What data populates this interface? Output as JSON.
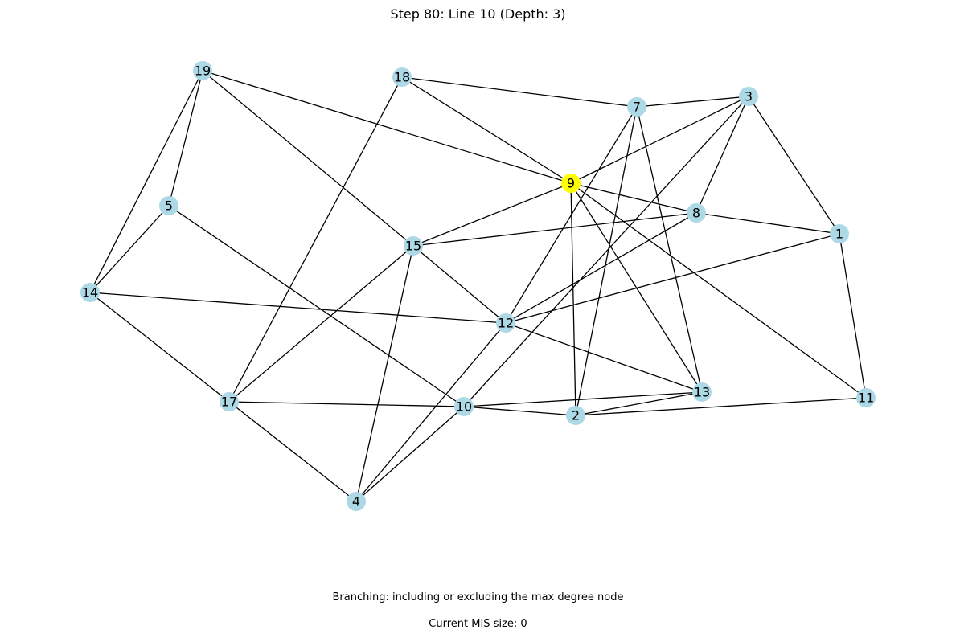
{
  "title": "Step 80: Line 10 (Depth: 3)",
  "caption_branching": "Branching: including or excluding the max degree node",
  "caption_mis": "Current MIS size: 0",
  "colors": {
    "node_default": "#add8e6",
    "node_highlight": "#ffff00",
    "edge": "#000000"
  },
  "graph": {
    "highlighted_node": "9",
    "nodes": [
      "1",
      "2",
      "3",
      "4",
      "5",
      "7",
      "8",
      "9",
      "10",
      "11",
      "12",
      "13",
      "14",
      "15",
      "17",
      "18",
      "19"
    ],
    "edges": [
      [
        "19",
        "9"
      ],
      [
        "19",
        "15"
      ],
      [
        "19",
        "5"
      ],
      [
        "19",
        "14"
      ],
      [
        "18",
        "7"
      ],
      [
        "18",
        "9"
      ],
      [
        "18",
        "17"
      ],
      [
        "7",
        "3"
      ],
      [
        "7",
        "12"
      ],
      [
        "7",
        "2"
      ],
      [
        "7",
        "13"
      ],
      [
        "3",
        "9"
      ],
      [
        "3",
        "8"
      ],
      [
        "3",
        "1"
      ],
      [
        "3",
        "10"
      ],
      [
        "9",
        "8"
      ],
      [
        "9",
        "15"
      ],
      [
        "9",
        "2"
      ],
      [
        "9",
        "13"
      ],
      [
        "9",
        "11"
      ],
      [
        "8",
        "15"
      ],
      [
        "8",
        "1"
      ],
      [
        "8",
        "12"
      ],
      [
        "1",
        "12"
      ],
      [
        "1",
        "11"
      ],
      [
        "5",
        "14"
      ],
      [
        "5",
        "10"
      ],
      [
        "15",
        "12"
      ],
      [
        "15",
        "17"
      ],
      [
        "15",
        "4"
      ],
      [
        "14",
        "12"
      ],
      [
        "14",
        "17"
      ],
      [
        "12",
        "13"
      ],
      [
        "12",
        "4"
      ],
      [
        "17",
        "10"
      ],
      [
        "17",
        "4"
      ],
      [
        "10",
        "13"
      ],
      [
        "10",
        "2"
      ],
      [
        "10",
        "4"
      ],
      [
        "13",
        "2"
      ],
      [
        "2",
        "11"
      ]
    ]
  }
}
